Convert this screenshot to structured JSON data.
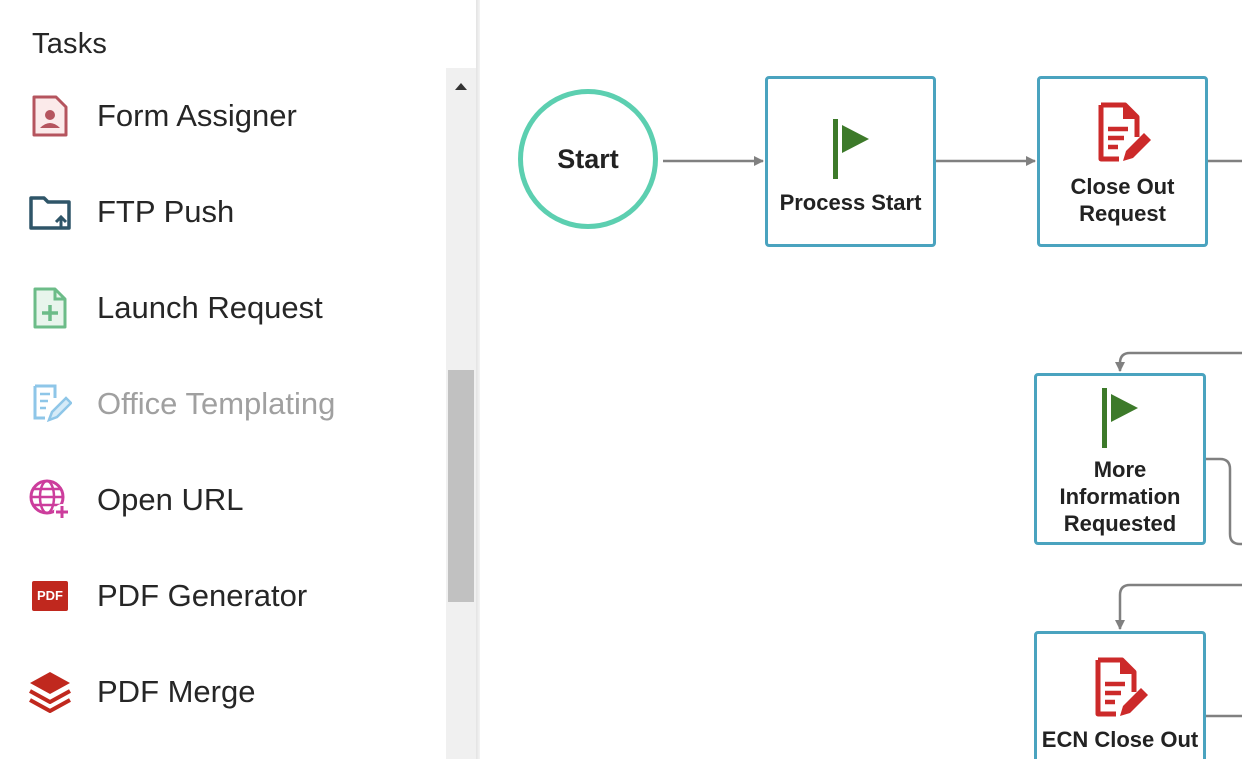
{
  "sidebar": {
    "title": "Tasks",
    "items": [
      {
        "label": "Form Assigner",
        "icon": "form-assigner-icon",
        "disabled": false
      },
      {
        "label": "FTP Push",
        "icon": "ftp-push-icon",
        "disabled": false
      },
      {
        "label": "Launch Request",
        "icon": "launch-request-icon",
        "disabled": false
      },
      {
        "label": "Office Templating",
        "icon": "office-templating-icon",
        "disabled": true
      },
      {
        "label": "Open URL",
        "icon": "open-url-icon",
        "disabled": false
      },
      {
        "label": "PDF Generator",
        "icon": "pdf-generator-icon",
        "disabled": false
      },
      {
        "label": "PDF Merge",
        "icon": "pdf-merge-icon",
        "disabled": false
      }
    ],
    "pdf_icon_text": "PDF"
  },
  "canvas": {
    "start_label": "Start",
    "nodes": [
      {
        "id": "process-start",
        "label": "Process Start",
        "icon": "flag-icon"
      },
      {
        "id": "close-out-request",
        "label": "Close Out Request",
        "icon": "document-edit-icon"
      },
      {
        "id": "more-information-requested",
        "label": "More Information Requested",
        "icon": "flag-icon"
      },
      {
        "id": "ecn-close-out",
        "label": "ECN Close Out",
        "icon": "document-edit-icon"
      }
    ]
  },
  "colors": {
    "start_border": "#5ccfb0",
    "node_border": "#4aa3bf",
    "connector": "#808080",
    "flag": "#3d7a2a",
    "document_edit": "#cc2a2a"
  }
}
